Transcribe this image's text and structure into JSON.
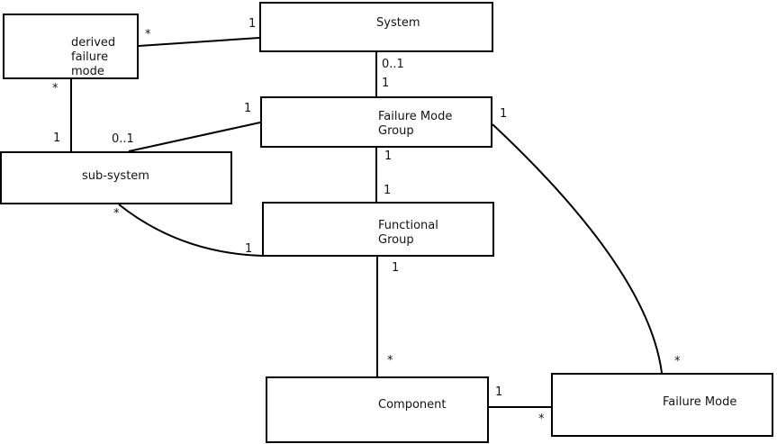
{
  "diagram": {
    "kind": "class-diagram",
    "nodes": [
      {
        "id": "derived-failure-mode",
        "label": "derived failure mode",
        "lines": [
          "derived",
          "failure",
          "mode"
        ]
      },
      {
        "id": "system",
        "label": "System",
        "lines": [
          "System"
        ]
      },
      {
        "id": "failure-mode-group",
        "label": "Failure Mode Group",
        "lines": [
          "Failure Mode",
          "Group"
        ]
      },
      {
        "id": "sub-system",
        "label": "sub-system",
        "lines": [
          "sub-system"
        ]
      },
      {
        "id": "functional-group",
        "label": "Functional Group",
        "lines": [
          "Functional",
          "Group"
        ]
      },
      {
        "id": "component",
        "label": "Component",
        "lines": [
          "Component"
        ]
      },
      {
        "id": "failure-mode",
        "label": "Failure Mode",
        "lines": [
          "Failure Mode"
        ]
      }
    ],
    "multiplicities": [
      {
        "edge": "derived failure mode - System",
        "end": "derived failure mode",
        "text": "*"
      },
      {
        "edge": "derived failure mode - System",
        "end": "System",
        "text": "1"
      },
      {
        "edge": "derived failure mode - sub-system",
        "end": "derived failure mode",
        "text": "*"
      },
      {
        "edge": "derived failure mode - sub-system",
        "end": "sub-system",
        "text": "1"
      },
      {
        "edge": "sub-system - Failure Mode Group",
        "end": "sub-system",
        "text": "0..1"
      },
      {
        "edge": "sub-system - Failure Mode Group",
        "end": "Failure Mode Group",
        "text": "1"
      },
      {
        "edge": "System - Failure Mode Group",
        "end": "System",
        "text": "0..1"
      },
      {
        "edge": "System - Failure Mode Group",
        "end": "Failure Mode Group",
        "text": "1"
      },
      {
        "edge": "Failure Mode Group - Functional Group",
        "end": "Failure Mode Group",
        "text": "1"
      },
      {
        "edge": "Failure Mode Group - Functional Group",
        "end": "Functional Group",
        "text": "1"
      },
      {
        "edge": "Functional Group - Component",
        "end": "Functional Group",
        "text": "1"
      },
      {
        "edge": "Functional Group - Component",
        "end": "Component",
        "text": "*"
      },
      {
        "edge": "sub-system - Functional Group",
        "end": "sub-system",
        "text": "*"
      },
      {
        "edge": "sub-system - Functional Group",
        "end": "Functional Group",
        "text": "1"
      },
      {
        "edge": "Failure Mode Group - Failure Mode",
        "end": "Failure Mode Group",
        "text": "1"
      },
      {
        "edge": "Failure Mode Group - Failure Mode",
        "end": "Failure Mode",
        "text": "*"
      },
      {
        "edge": "Component - Failure Mode",
        "end": "Component",
        "text": "1"
      },
      {
        "edge": "Component - Failure Mode",
        "end": "Failure Mode",
        "text": "*"
      }
    ],
    "colors": {
      "line": "#000000",
      "text": "#141414",
      "background": "#ffffff"
    }
  }
}
